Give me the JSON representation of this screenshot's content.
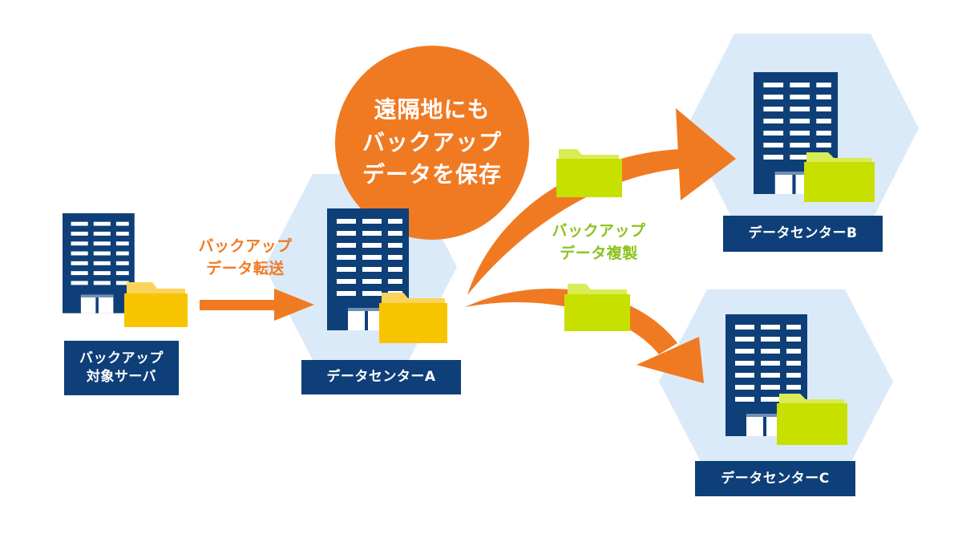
{
  "colors": {
    "navy": "#0e3f78",
    "hexagon": "#dbeaf8",
    "orange": "#f07a22",
    "yellow_folder": "#f8c400",
    "yellow_folder_tab": "#fbd35a",
    "green_folder": "#c8e000",
    "green_folder_tab": "#d9ec55",
    "green_text": "#8cc21f"
  },
  "nodes": {
    "source": {
      "label_line1": "バックアップ",
      "label_line2": "対象サーバ"
    },
    "dc_a": {
      "label": "データセンターA"
    },
    "dc_b": {
      "label": "データセンターB"
    },
    "dc_c": {
      "label": "データセンターC"
    }
  },
  "flows": {
    "transfer": {
      "line1": "バックアップ",
      "line2": "データ転送"
    },
    "replicate": {
      "line1": "バックアップ",
      "line2": "データ複製"
    }
  },
  "callout": {
    "line1": "遠隔地にも",
    "line2": "バックアップ",
    "line3": "データを保存"
  },
  "icons": [
    "building-icon",
    "folder-icon",
    "arrow-icon"
  ]
}
